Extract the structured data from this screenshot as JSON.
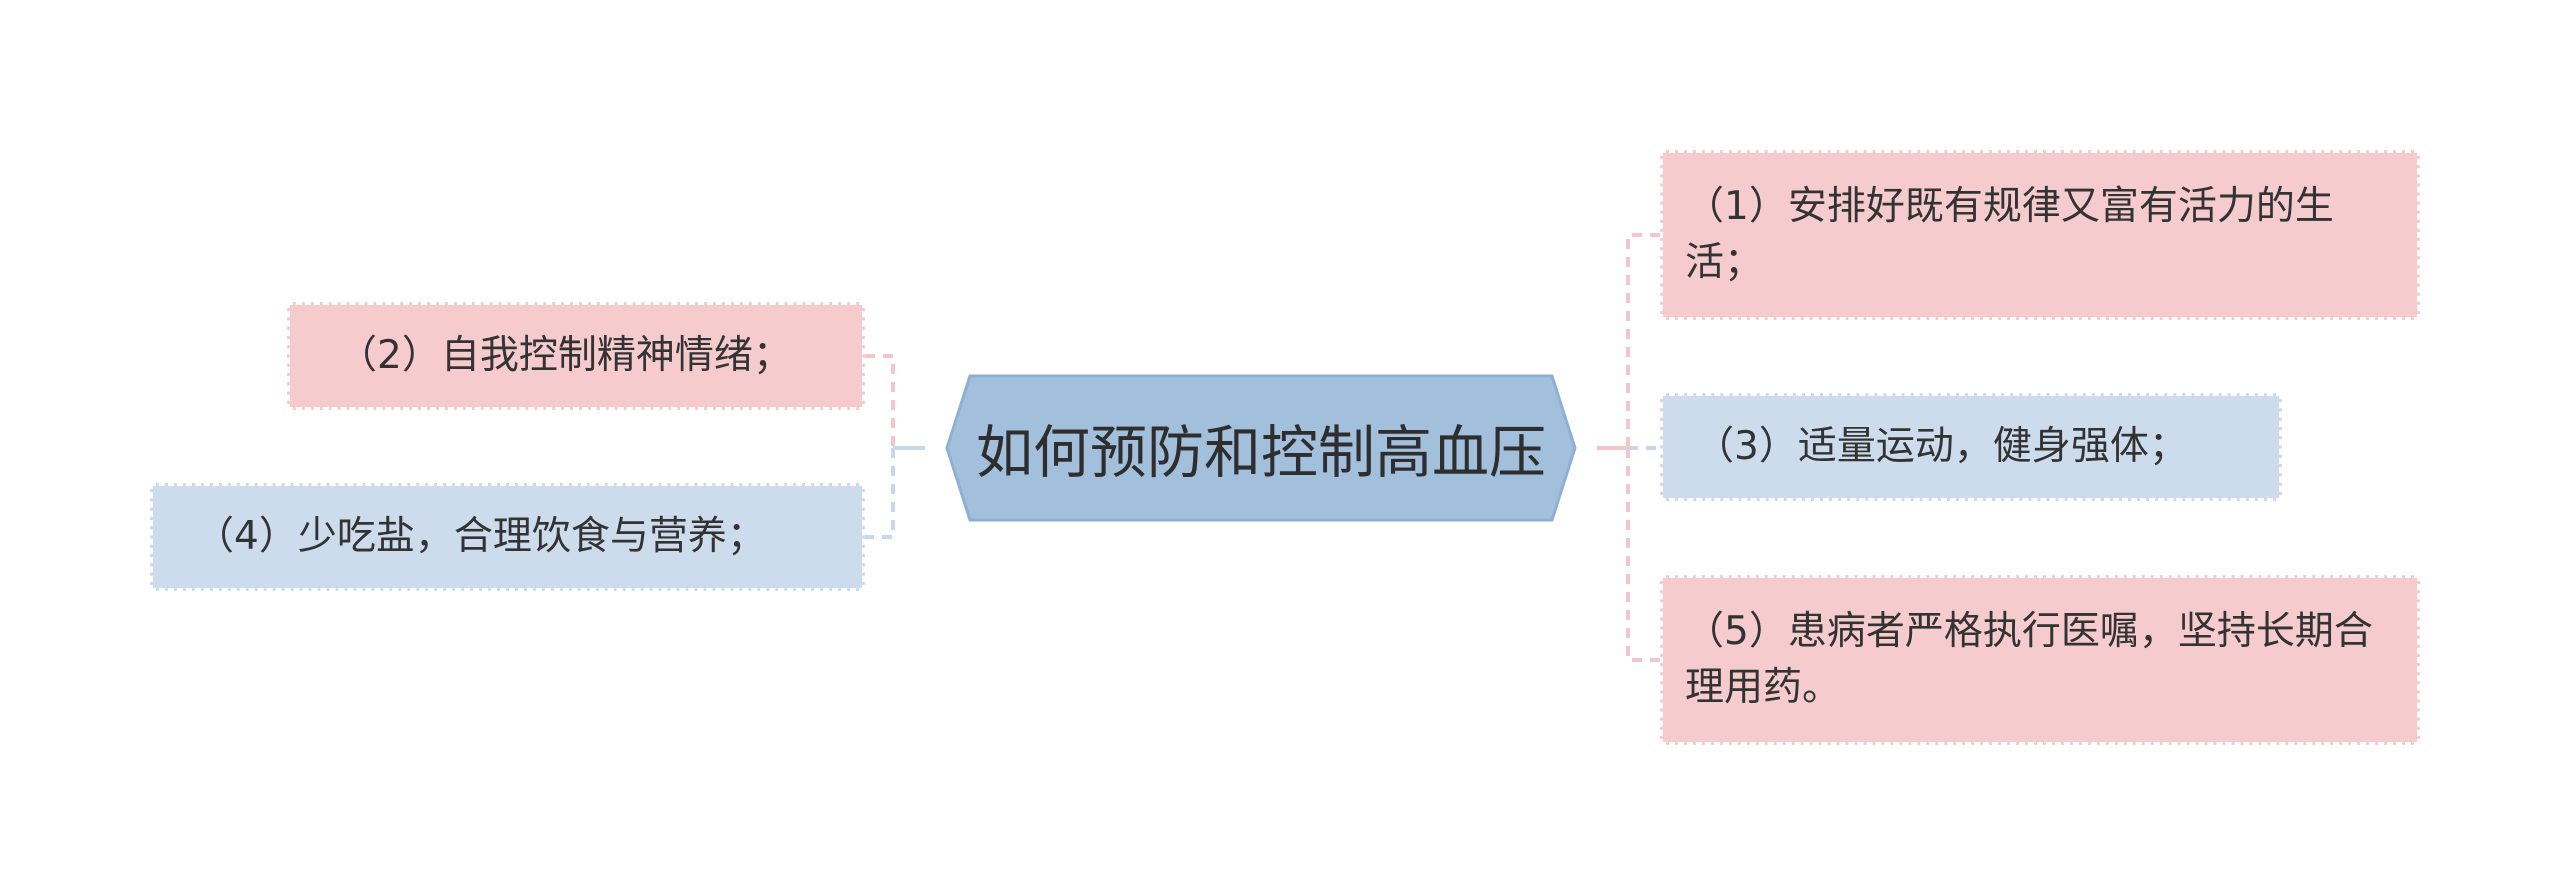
{
  "central": {
    "label": "如何预防和控制高血压",
    "fill": "#a2bfdc",
    "stroke": "#8fb0d2"
  },
  "branches": {
    "right": [
      {
        "label": "（1）安排好既有规律又富有活力的生活；",
        "color": "pink"
      },
      {
        "label": "（3）适量运动，健身强体；",
        "color": "blue"
      },
      {
        "label": "（5）患病者严格执行医嘱，坚持长期合理用药。",
        "color": "pink"
      }
    ],
    "left": [
      {
        "label": "（2）自我控制精神情绪；",
        "color": "pink"
      },
      {
        "label": "（4）少吃盐，合理饮食与营养；",
        "color": "blue"
      }
    ]
  },
  "colors": {
    "pink_fill": "#f5cbcd",
    "blue_fill": "#ccdcec",
    "pink_connector": "#f5c6c8",
    "blue_connector": "#c6d9ec"
  }
}
